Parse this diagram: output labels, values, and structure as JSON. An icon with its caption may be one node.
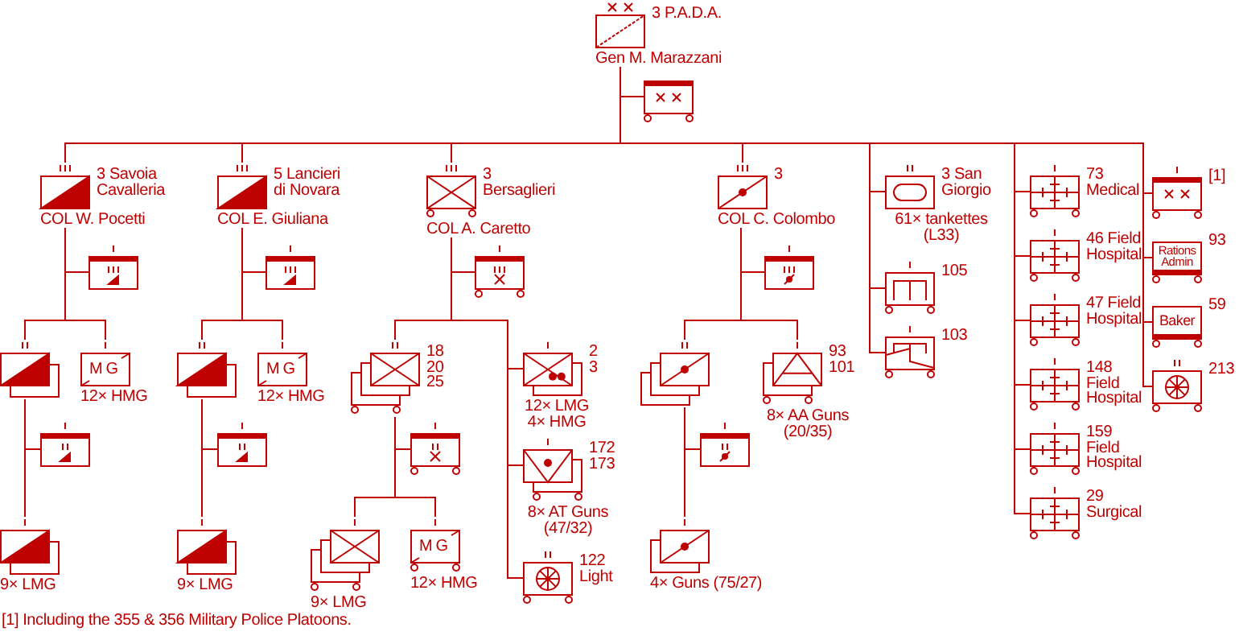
{
  "diagram": {
    "nodes": [
      {
        "text": [],
        "shape": "box",
        "beside": [
          "3 P.A.D.A.",
          "Gen M. Marazzani"
        ]
      },
      {
        "text": [],
        "shape": "box"
      },
      {
        "text": [],
        "shape": "box",
        "beside": [
          "3 Savoia Cavalleria",
          "COL W. Pocetti"
        ]
      },
      {
        "text": [],
        "shape": "box"
      },
      {
        "text": [],
        "shape": "box"
      },
      {
        "text": [
          "MG"
        ],
        "beside": [
          "12× HMG"
        ]
      },
      {
        "text": [],
        "shape": "box"
      },
      {
        "text": [],
        "shape": "box",
        "beside": [
          "9× LMG"
        ]
      },
      {
        "text": [],
        "shape": "box",
        "beside": [
          "5 Lancieri di Novara",
          "COL E. Giuliana"
        ]
      },
      {
        "text": [],
        "shape": "box"
      },
      {
        "text": [],
        "shape": "box"
      },
      {
        "text": [
          "MG"
        ],
        "beside": [
          "12× HMG"
        ]
      },
      {
        "text": [],
        "shape": "box"
      },
      {
        "text": [],
        "shape": "box",
        "beside": [
          "9× LMG"
        ]
      },
      {
        "text": [],
        "shape": "box",
        "beside": [
          "3 Bersaglieri",
          "COL A. Caretto"
        ]
      },
      {
        "text": [],
        "shape": "box"
      },
      {
        "text": [],
        "shape": "box",
        "beside": [
          "18 20 25"
        ]
      },
      {
        "text": [],
        "shape": "box"
      },
      {
        "text": [],
        "shape": "box",
        "beside": [
          "9× LMG"
        ]
      },
      {
        "text": [
          "MG"
        ],
        "beside": [
          "12× HMG"
        ]
      },
      {
        "text": [],
        "shape": "box",
        "beside": [
          "2 3",
          "12× LMG 4× HMG"
        ]
      },
      {
        "text": [],
        "shape": "box",
        "beside": [
          "172 173",
          "8× AT Guns (47/32)"
        ]
      },
      {
        "text": [],
        "shape": "box",
        "beside": [
          "122 Light"
        ]
      },
      {
        "text": [],
        "shape": "box",
        "beside": [
          "3",
          "COL C. Colombo"
        ]
      },
      {
        "text": [],
        "shape": "box"
      },
      {
        "text": [],
        "shape": "box"
      },
      {
        "text": [],
        "shape": "box"
      },
      {
        "text": [],
        "shape": "box",
        "beside": [
          "4× Guns (75/27)"
        ]
      },
      {
        "text": [],
        "shape": "box",
        "beside": [
          "93 101",
          "8× AA Guns (20/35)"
        ]
      },
      {
        "text": [],
        "shape": "box",
        "beside": [
          "3 San Giorgio",
          "61× tankettes (L33)"
        ]
      },
      {
        "text": [],
        "shape": "box",
        "beside": [
          "105"
        ]
      },
      {
        "text": [],
        "shape": "box",
        "beside": [
          "103"
        ]
      },
      {
        "text": [],
        "shape": "box",
        "beside": [
          "73 Medical"
        ]
      },
      {
        "text": [],
        "shape": "box",
        "beside": [
          "46 Field Hospital"
        ]
      },
      {
        "text": [],
        "shape": "box",
        "beside": [
          "47 Field Hospital"
        ]
      },
      {
        "text": [],
        "shape": "box",
        "beside": [
          "148 Field Hospital"
        ]
      },
      {
        "text": [],
        "shape": "box",
        "beside": [
          "159 Field Hospital"
        ]
      },
      {
        "text": [],
        "shape": "box",
        "beside": [
          "29 Surgical"
        ]
      },
      {
        "text": [],
        "shape": "box",
        "beside": [
          "[1]"
        ]
      },
      {
        "text": [
          "Rations Admin"
        ],
        "beside": [
          "93"
        ]
      },
      {
        "text": [
          "Baker"
        ],
        "beside": [
          "59"
        ]
      },
      {
        "text": [],
        "shape": "box",
        "beside": [
          "213"
        ]
      }
    ],
    "edges": [
      {
        "from": 0,
        "to": 1,
        "arrow": "none"
      },
      {
        "from": 0,
        "to": 2,
        "arrow": "none"
      },
      {
        "from": 0,
        "to": 8,
        "arrow": "none"
      },
      {
        "from": 0,
        "to": 14,
        "arrow": "none"
      },
      {
        "from": 0,
        "to": 23,
        "arrow": "none"
      },
      {
        "from": 0,
        "to": 29,
        "arrow": "none"
      },
      {
        "from": 0,
        "to": 30,
        "arrow": "none"
      },
      {
        "from": 0,
        "to": 31,
        "arrow": "none"
      },
      {
        "from": 0,
        "to": 32,
        "arrow": "none"
      },
      {
        "from": 0,
        "to": 33,
        "arrow": "none"
      },
      {
        "from": 0,
        "to": 34,
        "arrow": "none"
      },
      {
        "from": 0,
        "to": 35,
        "arrow": "none"
      },
      {
        "from": 0,
        "to": 36,
        "arrow": "none"
      },
      {
        "from": 0,
        "to": 37,
        "arrow": "none"
      },
      {
        "from": 0,
        "to": 38,
        "arrow": "none"
      },
      {
        "from": 0,
        "to": 39,
        "arrow": "none"
      },
      {
        "from": 0,
        "to": 40,
        "arrow": "none"
      },
      {
        "from": 0,
        "to": 41,
        "arrow": "none"
      },
      {
        "from": 2,
        "to": 3,
        "arrow": "none"
      },
      {
        "from": 2,
        "to": 4,
        "arrow": "none"
      },
      {
        "from": 2,
        "to": 5,
        "arrow": "none"
      },
      {
        "from": 4,
        "to": 6,
        "arrow": "none"
      },
      {
        "from": 4,
        "to": 7,
        "arrow": "none"
      },
      {
        "from": 8,
        "to": 9,
        "arrow": "none"
      },
      {
        "from": 8,
        "to": 10,
        "arrow": "none"
      },
      {
        "from": 8,
        "to": 11,
        "arrow": "none"
      },
      {
        "from": 10,
        "to": 12,
        "arrow": "none"
      },
      {
        "from": 10,
        "to": 13,
        "arrow": "none"
      },
      {
        "from": 14,
        "to": 15,
        "arrow": "none"
      },
      {
        "from": 14,
        "to": 16,
        "arrow": "none"
      },
      {
        "from": 14,
        "to": 20,
        "arrow": "none"
      },
      {
        "from": 14,
        "to": 21,
        "arrow": "none"
      },
      {
        "from": 14,
        "to": 22,
        "arrow": "none"
      },
      {
        "from": 16,
        "to": 17,
        "arrow": "none"
      },
      {
        "from": 16,
        "to": 18,
        "arrow": "none"
      },
      {
        "from": 16,
        "to": 19,
        "arrow": "none"
      },
      {
        "from": 23,
        "to": 24,
        "arrow": "none"
      },
      {
        "from": 23,
        "to": 25,
        "arrow": "none"
      },
      {
        "from": 23,
        "to": 28,
        "arrow": "none"
      },
      {
        "from": 25,
        "to": 26,
        "arrow": "none"
      },
      {
        "from": 25,
        "to": 27,
        "arrow": "none"
      }
    ],
    "labels": [
      "[1] Including the 355 & 356 Military Police Platoons."
    ]
  }
}
